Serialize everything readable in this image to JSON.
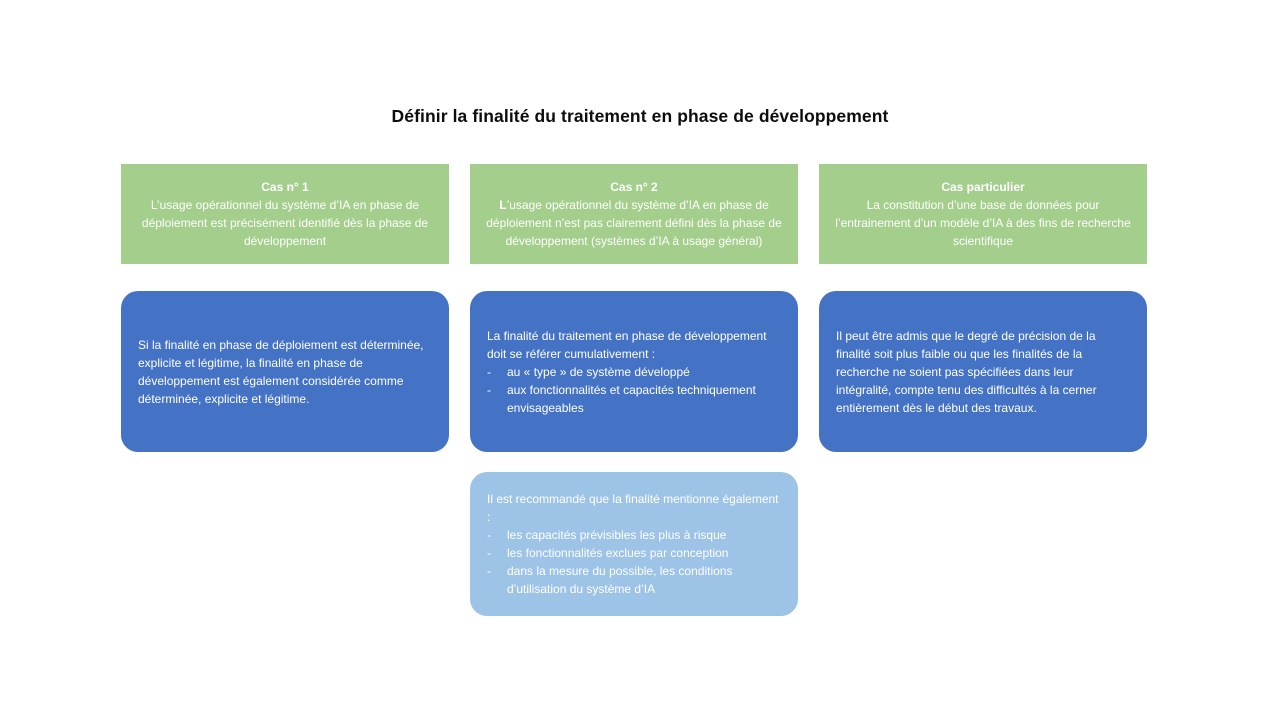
{
  "title": "Définir la finalité du traitement en phase de développement",
  "bullet_marker": "-",
  "colors": {
    "case_header_green": "#a4ce8c",
    "detail_blue": "#4472c4",
    "recommendation_light_blue": "#9dc3e6",
    "text_on_boxes": "#ffffff",
    "title_text": "#0d0d0d"
  },
  "columns": [
    {
      "case_title": "Cas n° 1",
      "case_body": "L’usage opérationnel du système d’IA en phase de déploiement est précisément identifié dès la phase de développement",
      "detail_lead": "Si la finalité en phase de déploiement est déterminée, explicite et légitime, la finalité en phase de développement est également considérée comme déterminée, explicite et légitime.",
      "detail_bullets": []
    },
    {
      "case_title": "Cas n° 2",
      "case_body_bold": "L",
      "case_body_rest": "’usage opérationnel du système d’IA en phase de déploiement n’est pas clairement défini dès la phase de développement (systèmes d’IA à usage général)",
      "detail_lead": "La finalité du traitement en phase de développement doit se référer cumulativement :",
      "detail_bullets": [
        "au « type » de système développé",
        "aux fonctionnalités et capacités techniquement envisageables"
      ]
    },
    {
      "case_title": "Cas particulier",
      "case_body": "La constitution d’une base de données pour l’entrainement d’un modèle d’IA à des fins de recherche scientifique",
      "detail_lead": "Il peut être admis que le degré de précision de la finalité soit plus faible ou que les finalités de la recherche ne soient pas spécifiées dans leur intégralité, compte tenu des difficultés à la cerner entièrement dès le début des travaux.",
      "detail_bullets": []
    }
  ],
  "recommendation": {
    "lead": "Il est recommandé que la finalité mentionne également :",
    "bullets": [
      "les capacités prévisibles les plus à risque",
      "les fonctionnalités exclues par conception",
      "dans la mesure du possible, les conditions d’utilisation du système d’IA"
    ]
  }
}
